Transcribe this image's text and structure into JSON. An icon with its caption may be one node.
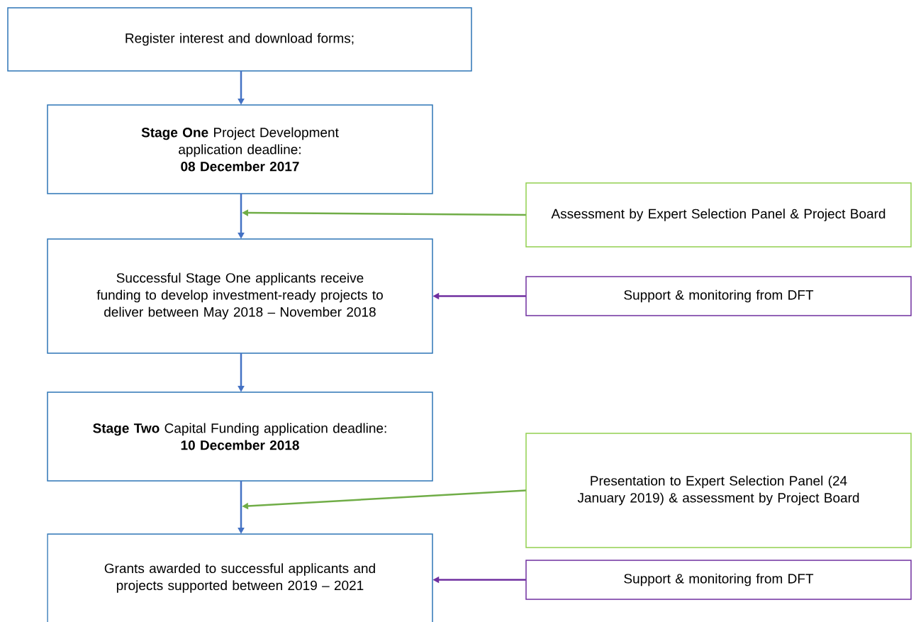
{
  "diagram": {
    "nodes": [
      {
        "text": [
          "Register interest and download forms;"
        ]
      },
      {
        "text": [
          "**Stage One** Project Development application deadline:",
          "08 December 2017"
        ]
      },
      {
        "text": [
          "Successful Stage One applicants receive funding to develop investment-ready projects to deliver between May 2018 – November 2018"
        ]
      },
      {
        "text": [
          "**Stage Two** Capital Funding application deadline:",
          "10 December 2018"
        ]
      },
      {
        "text": [
          "Grants awarded to successful applicants and projects supported between 2019 – 2021"
        ]
      },
      {
        "text": [
          "Assessment by Expert Selection Panel & Project Board"
        ]
      },
      {
        "text": [
          "Support & monitoring from DFT"
        ]
      },
      {
        "text": [
          "Presentation to Expert Selection Panel (24 January 2019) & assessment by Project Board"
        ]
      },
      {
        "text": [
          "Support & monitoring from DFT"
        ]
      }
    ],
    "edges": [
      {
        "from": 0,
        "to": 1,
        "arrow": "to"
      },
      {
        "from": 1,
        "to": 2,
        "arrow": "to"
      },
      {
        "from": 2,
        "to": 3,
        "arrow": "to"
      },
      {
        "from": 3,
        "to": 4,
        "arrow": "to"
      },
      {
        "from": 5,
        "to": null,
        "arrow": "to",
        "color": "#70ad47"
      },
      {
        "from": 6,
        "to": 2,
        "arrow": "to",
        "color": "#7030a0"
      },
      {
        "from": 7,
        "to": null,
        "arrow": "to",
        "color": "#70ad47"
      },
      {
        "from": 8,
        "to": 4,
        "arrow": "to",
        "color": "#7030a0"
      }
    ]
  }
}
